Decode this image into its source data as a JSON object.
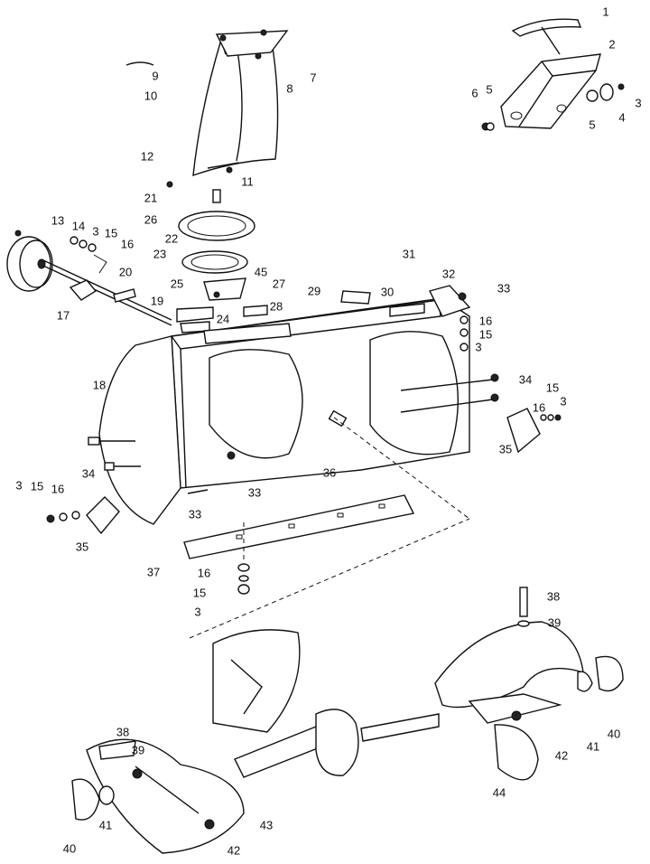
{
  "diagram": {
    "callouts": [
      "1",
      "2",
      "3",
      "4",
      "5",
      "5",
      "6",
      "7",
      "8",
      "9",
      "10",
      "11",
      "12",
      "13",
      "14",
      "3",
      "15",
      "16",
      "17",
      "18",
      "19",
      "20",
      "21",
      "22",
      "23",
      "24",
      "25",
      "26",
      "45",
      "27",
      "28",
      "29",
      "30",
      "31",
      "32",
      "33",
      "16",
      "15",
      "3",
      "34",
      "15",
      "16",
      "3",
      "35",
      "36",
      "33",
      "33",
      "34",
      "3",
      "15",
      "16",
      "35",
      "37",
      "16",
      "15",
      "3",
      "38",
      "39",
      "40",
      "41",
      "42",
      "44",
      "38",
      "39",
      "40",
      "41",
      "42",
      "43"
    ]
  },
  "colors": {
    "ink": "#111111",
    "paper": "#ffffff"
  }
}
